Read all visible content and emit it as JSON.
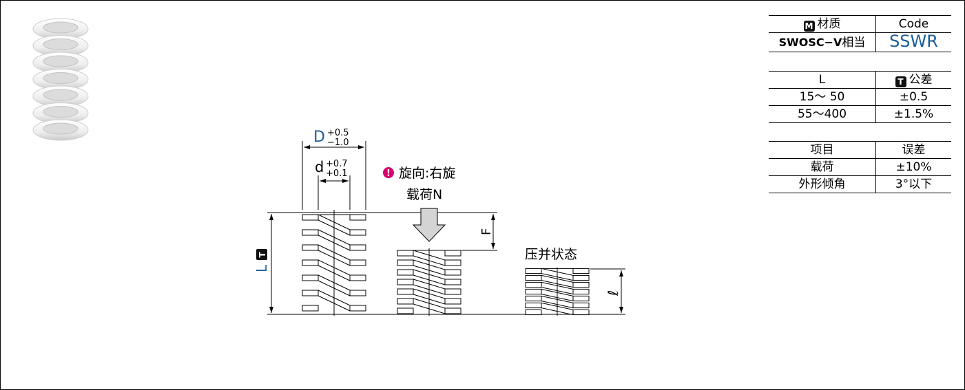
{
  "diagram": {
    "dim_D": {
      "symbol": "D",
      "tol_upper": "+0.5",
      "tol_lower": "−1.0"
    },
    "dim_d": {
      "symbol": "d",
      "tol_upper": "+0.7",
      "tol_lower": "+0.1"
    },
    "dim_L": {
      "symbol": "L",
      "badge": "T"
    },
    "dim_F": "F",
    "dim_l": "ℓ",
    "winding_note": "旋向:右旋",
    "warning_badge": "!",
    "load_label": "载荷N",
    "solid_label": "压并状态"
  },
  "material_table": {
    "header_badge": "M",
    "header_label": "材质",
    "header_code": "Code",
    "material": "SWOSC−V",
    "material_suffix": "相当",
    "code": "SSWR"
  },
  "length_table": {
    "header_l": "L",
    "header_badge": "T",
    "header_tol": "公差",
    "rows": [
      {
        "range": "15～ 50",
        "tol": "±0.5"
      },
      {
        "range": "55～400",
        "tol": "±1.5%"
      }
    ]
  },
  "error_table": {
    "header_item": "项目",
    "header_err": "误差",
    "rows": [
      {
        "item": "载荷",
        "err": "±10%"
      },
      {
        "item": "外形倾角",
        "err": "3°以下"
      }
    ]
  },
  "colors": {
    "accent_blue": "#1b5e9b",
    "warning_magenta": "#d6006e",
    "spring_white": "#f1f1f1"
  }
}
